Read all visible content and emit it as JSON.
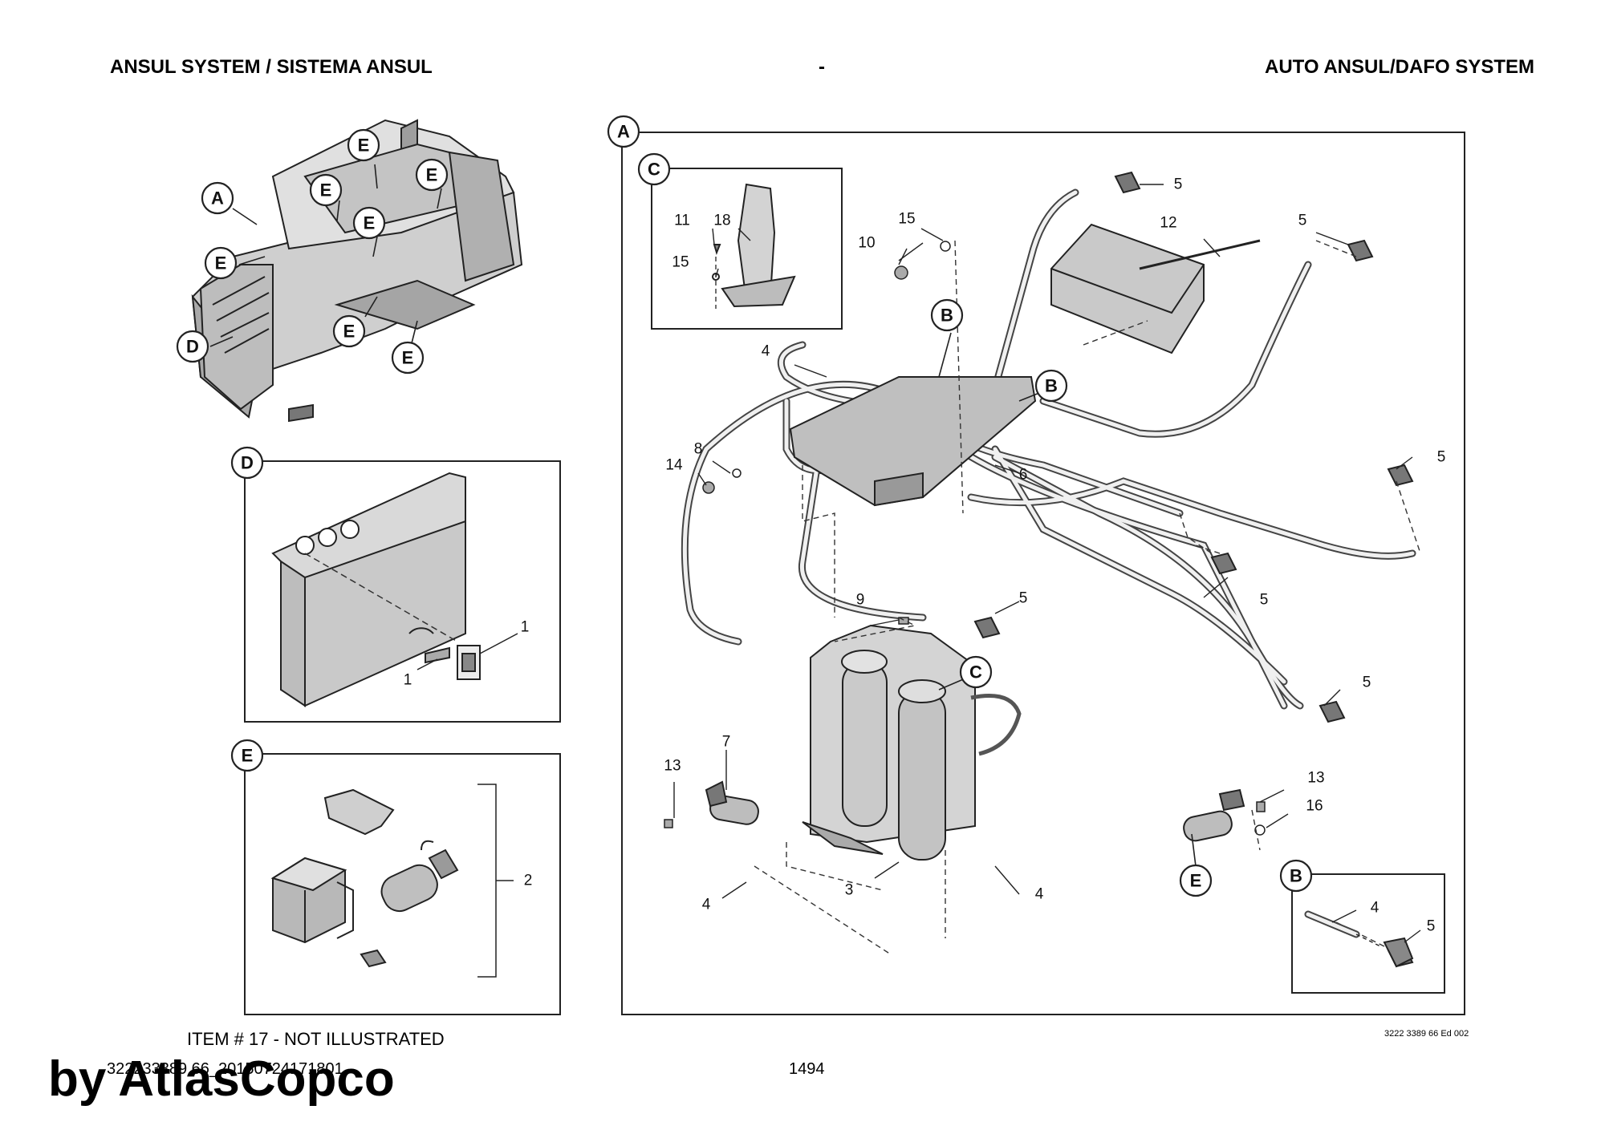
{
  "header": {
    "left": "ANSUL SYSTEM / SISTEMA ANSUL",
    "center": "-",
    "right": "AUTO ANSUL/DAFO SYSTEM"
  },
  "footer": {
    "note": "ITEM # 17 - NOT ILLUSTRATED",
    "doc_code": "3222 3389 66 Ed 002",
    "file_id": "322233389 66_20150724171801",
    "page_number": "1494",
    "watermark": "by AtlasCopco"
  },
  "detail_bubbles": {
    "A": "A",
    "B": "B",
    "C": "C",
    "D": "D",
    "E": "E"
  },
  "callouts": {
    "c1": "1",
    "c2": "2",
    "c3": "3",
    "c4": "4",
    "c5": "5",
    "c6": "6",
    "c7": "7",
    "c8": "8",
    "c9": "9",
    "c10": "10",
    "c11": "11",
    "c12": "12",
    "c13": "13",
    "c14": "14",
    "c15": "15",
    "c16": "16",
    "c18": "18"
  }
}
